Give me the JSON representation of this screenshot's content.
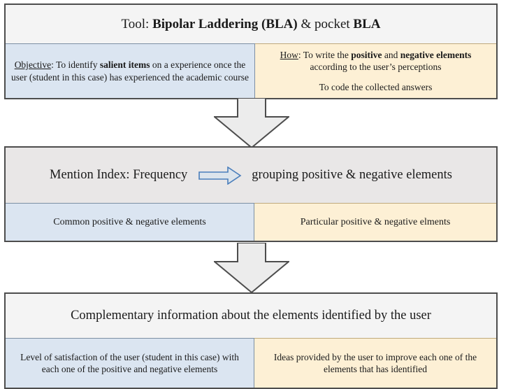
{
  "diagram": {
    "type": "flow-diagram",
    "title": "Bipolar Laddering tool flow",
    "colors": {
      "box_border": "#4d4d4d",
      "header_light": "#f4f4f4",
      "header_gray": "#e9e7e7",
      "blue_cell": "#dbe5f1",
      "cream_cell": "#fdf0d5",
      "blue_arrow_stroke": "#4a7ebb",
      "blue_arrow_fill": "#dce4ec",
      "down_arrow_fill": "#ececec",
      "down_arrow_stroke": "#4d4d4d"
    }
  },
  "box1": {
    "header": {
      "prefix": "Tool: ",
      "bold1": "Bipolar Laddering (BLA)",
      "middle": " & pocket ",
      "bold2": "BLA"
    },
    "left": {
      "label": "Objective",
      "colon": ":",
      "text_before": " To identify ",
      "bold": "salient items",
      "text_after": " on a experience once the user (student in this case) has experienced the academic course"
    },
    "right": {
      "label": "How",
      "colon": ":",
      "text_before": " To write the ",
      "bold1": "positive",
      "text_mid": " and ",
      "bold2": "negative elements",
      "text_after": " according to the user’s perceptions",
      "line2": "To code the collected answers"
    }
  },
  "box2": {
    "header": {
      "left_text": "Mention Index: Frequency",
      "arrow_icon": "right-arrow-icon",
      "right_text": "grouping positive & negative elements"
    },
    "left_cell": "Common positive & negative elements",
    "right_cell": "Particular positive & negative elments"
  },
  "box3": {
    "header": "Complementary information about the elements identified by the user",
    "left_cell": "Level of satisfaction of the user (student in this case) with each one of the positive and negative elements",
    "right_cell": "Ideas provided by the user to improve each one of the elements that has identified"
  },
  "connectors": [
    {
      "name": "down-arrow-1",
      "icon": "down-arrow-icon",
      "from": "box1",
      "to": "box2"
    },
    {
      "name": "down-arrow-2",
      "icon": "down-arrow-icon",
      "from": "box2",
      "to": "box3"
    }
  ]
}
